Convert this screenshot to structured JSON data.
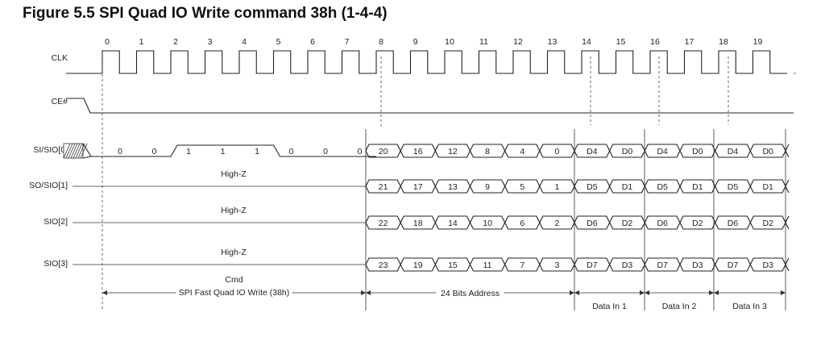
{
  "title": "Figure 5.5 SPI Quad IO Write command 38h (1-4-4)",
  "signals": {
    "clk": "CLK",
    "ce": "CE#",
    "sio0": "SI/SIO[0]",
    "sio1": "SO/SIO[1]",
    "sio2": "SIO[2]",
    "sio3": "SIO[3]"
  },
  "clock_numbers": [
    "0",
    "1",
    "2",
    "3",
    "4",
    "5",
    "6",
    "7",
    "8",
    "9",
    "10",
    "11",
    "12",
    "13",
    "14",
    "15",
    "16",
    "17",
    "18",
    "19"
  ],
  "cmd_bits": [
    "0",
    "0",
    "1",
    "1",
    "1",
    "0",
    "0",
    "0"
  ],
  "high_z": "High-Z",
  "lanes": {
    "sio0": {
      "addr": [
        "20",
        "16",
        "12",
        "8",
        "4",
        "0"
      ],
      "data": [
        "D4",
        "D0",
        "D4",
        "D0",
        "D4",
        "D0"
      ]
    },
    "sio1": {
      "addr": [
        "21",
        "17",
        "13",
        "9",
        "5",
        "1"
      ],
      "data": [
        "D5",
        "D1",
        "D5",
        "D1",
        "D5",
        "D1"
      ]
    },
    "sio2": {
      "addr": [
        "22",
        "18",
        "14",
        "10",
        "6",
        "2"
      ],
      "data": [
        "D6",
        "D2",
        "D6",
        "D2",
        "D6",
        "D2"
      ]
    },
    "sio3": {
      "addr": [
        "23",
        "19",
        "15",
        "11",
        "7",
        "3"
      ],
      "data": [
        "D7",
        "D3",
        "D7",
        "D3",
        "D7",
        "D3"
      ]
    }
  },
  "annotations": {
    "cmd_top": "Cmd",
    "cmd_bottom": "SPI Fast Quad IO Write (38h)",
    "address": "24 Bits Address",
    "data1": "Data In 1",
    "data2": "Data In 2",
    "data3": "Data In 3"
  }
}
